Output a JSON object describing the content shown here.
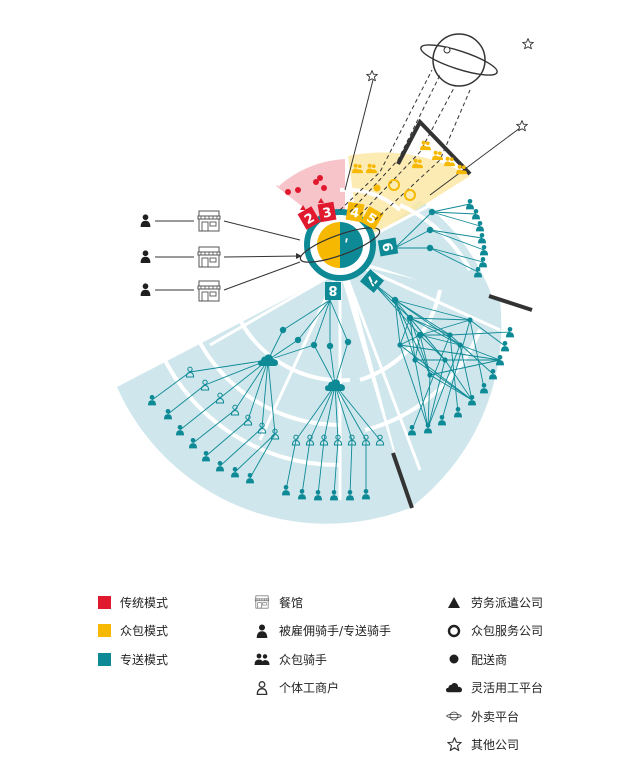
{
  "colors": {
    "traditional": "#e0192f",
    "crowdsource": "#f6b800",
    "delivery": "#0e8a96",
    "delivery_bg": "#cfe7ec",
    "red_bg": "#f7c4ca",
    "yellow_bg": "#fbe8a4",
    "border": "#333333"
  },
  "segments": [
    {
      "num": "2",
      "mode": "traditional"
    },
    {
      "num": "3",
      "mode": "traditional"
    },
    {
      "num": "4",
      "mode": "crowdsource"
    },
    {
      "num": "5",
      "mode": "crowdsource"
    },
    {
      "num": "6",
      "mode": "delivery"
    },
    {
      "num": "7",
      "mode": "delivery"
    },
    {
      "num": "8",
      "mode": "delivery"
    }
  ],
  "legend": {
    "modes": [
      {
        "label": "传统模式",
        "color": "#e0192f"
      },
      {
        "label": "众包模式",
        "color": "#f6b800"
      },
      {
        "label": "专送模式",
        "color": "#0e8a96"
      }
    ],
    "actors": [
      {
        "label": "餐馆",
        "icon": "restaurant-icon"
      },
      {
        "label": "被雇佣骑手/专送骑手",
        "icon": "employed-rider-icon"
      },
      {
        "label": "众包骑手",
        "icon": "crowd-rider-icon"
      },
      {
        "label": "个体工商户",
        "icon": "individual-business-icon"
      }
    ],
    "entities": [
      {
        "label": "劳务派遣公司",
        "icon": "triangle-icon"
      },
      {
        "label": "众包服务公司",
        "icon": "ring-icon"
      },
      {
        "label": "配送商",
        "icon": "dot-icon"
      },
      {
        "label": "灵活用工平台",
        "icon": "cloud-icon"
      },
      {
        "label": "外卖平台",
        "icon": "planet-icon"
      },
      {
        "label": "其他公司",
        "icon": "star-icon"
      }
    ]
  }
}
